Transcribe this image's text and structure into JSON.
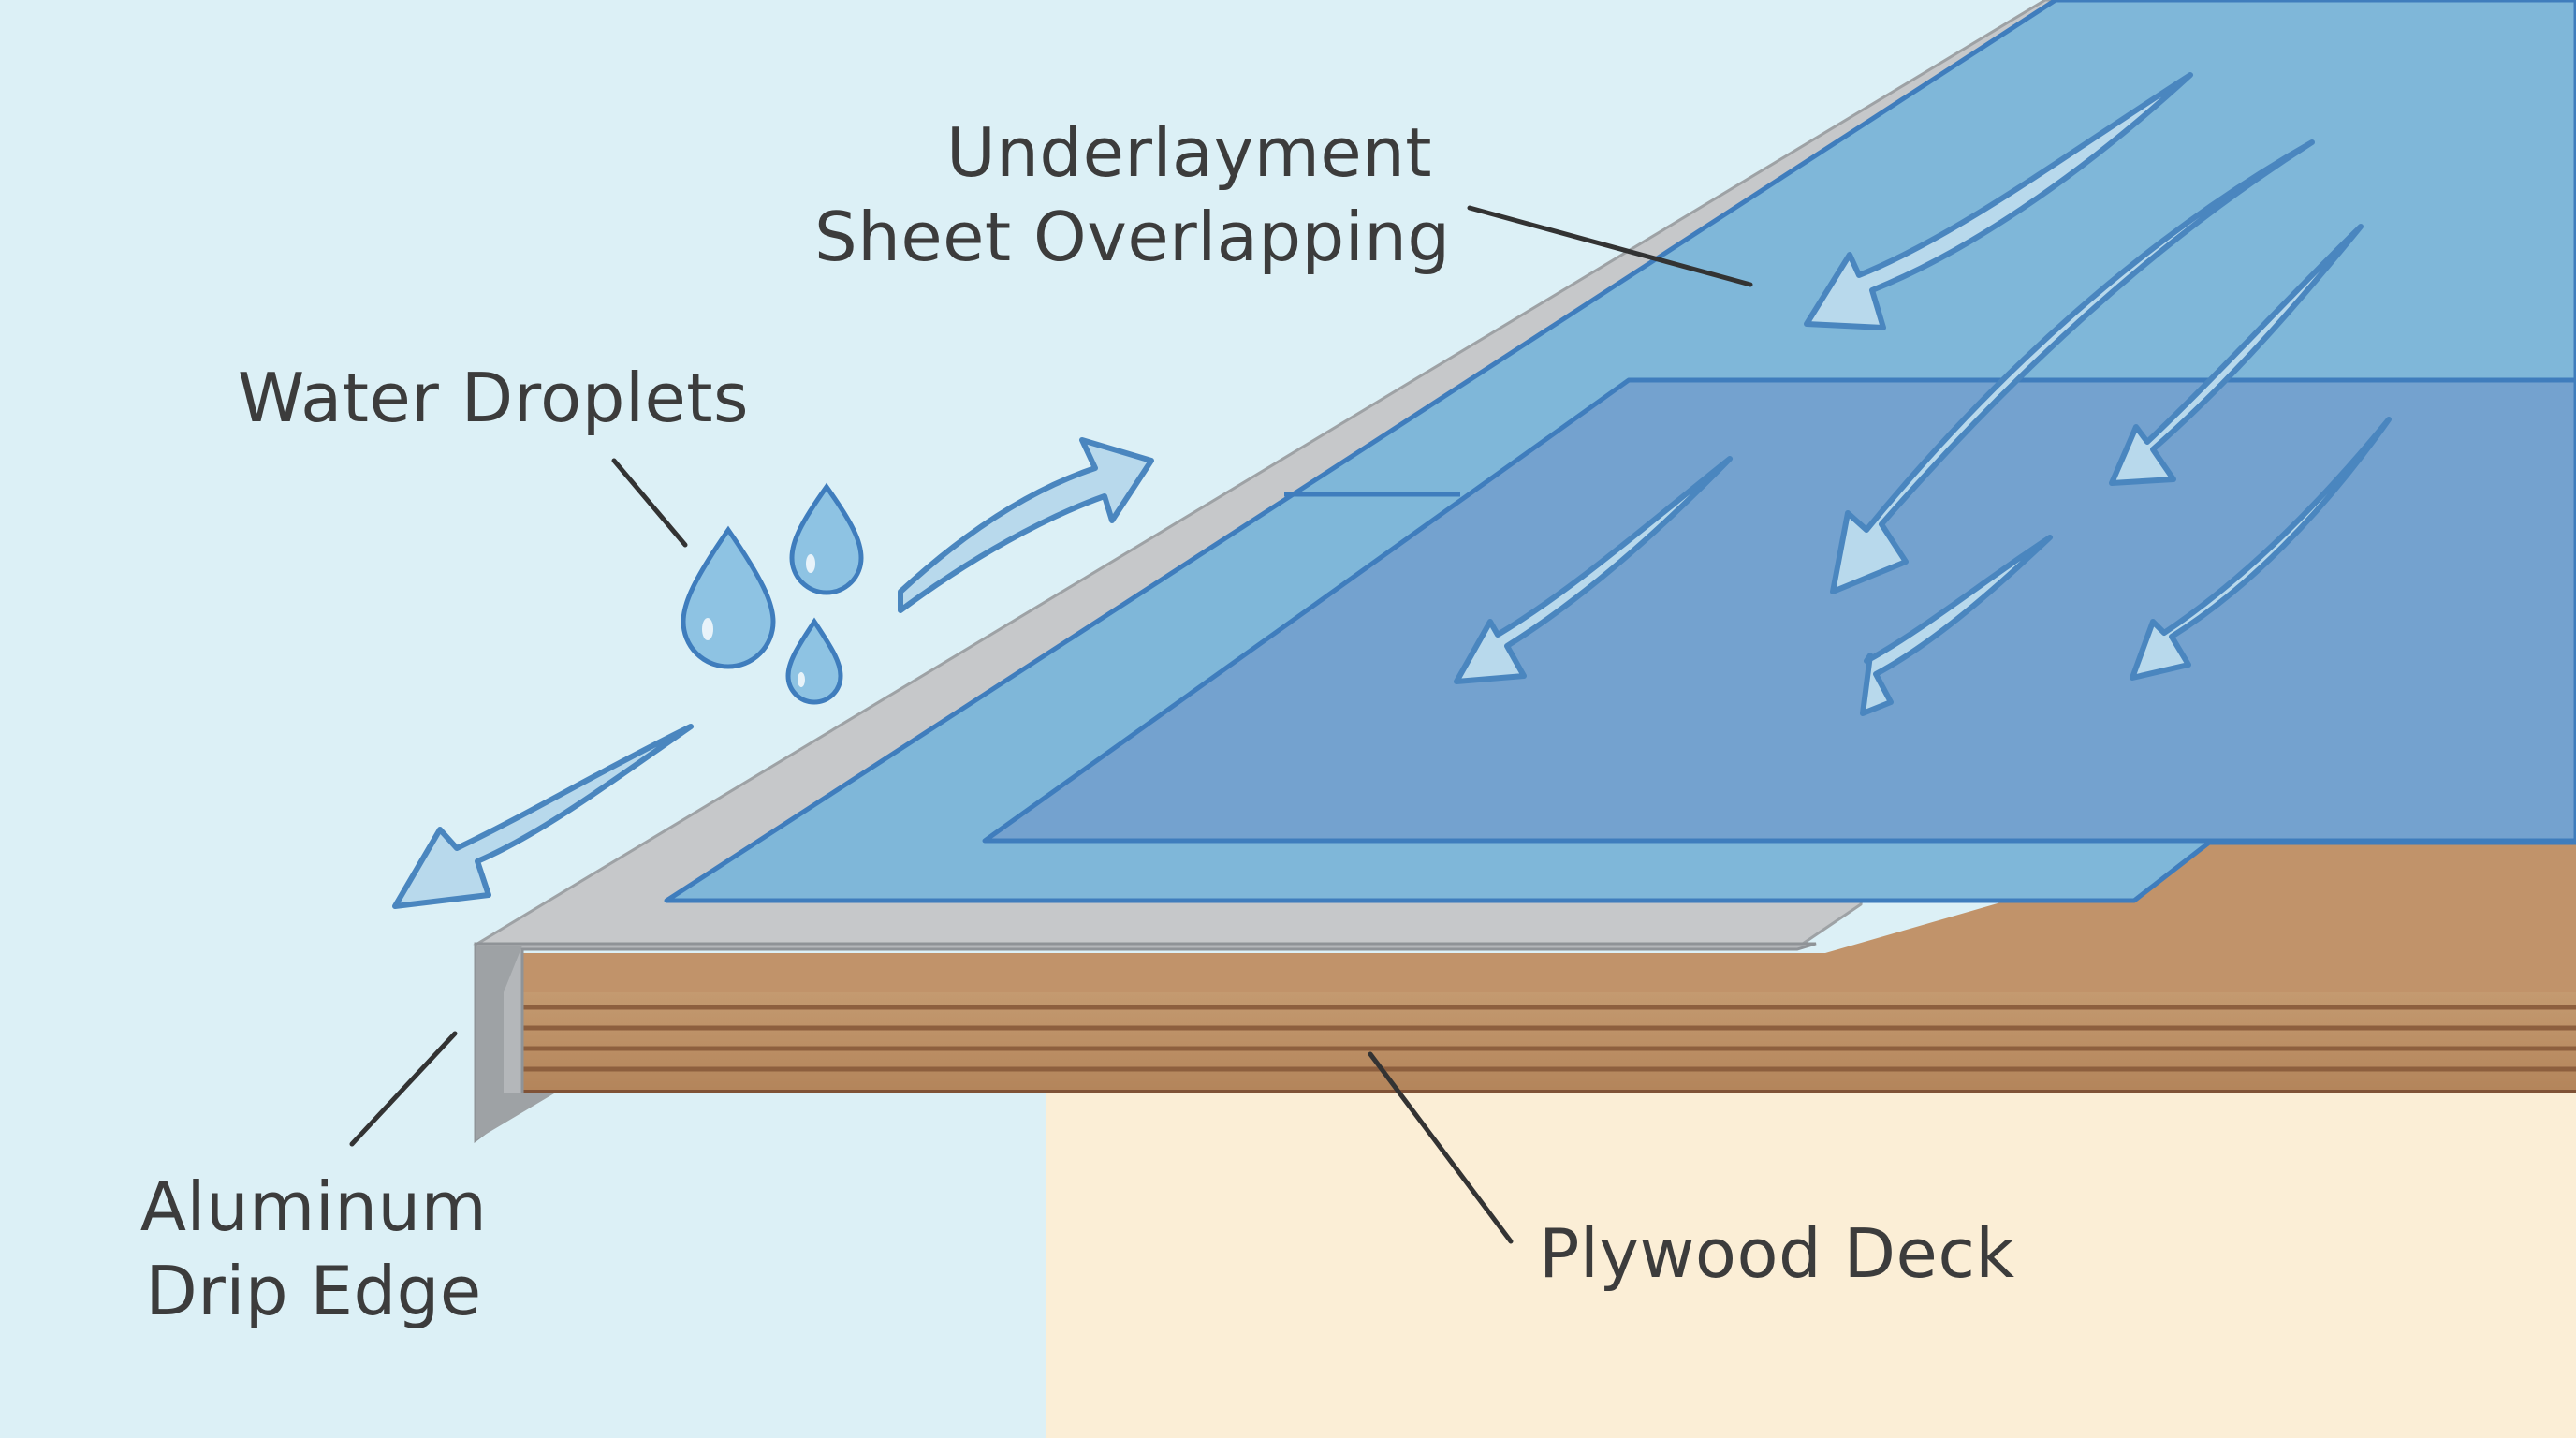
{
  "labels": {
    "underlayment": [
      "Underlayment",
      "Sheet Overlapping"
    ],
    "water_droplets": "Water Droplets",
    "drip_edge": [
      "Aluminum",
      "Drip Edge"
    ],
    "plywood_deck": "Plywood Deck"
  },
  "colors": {
    "background": "#dcf0f6",
    "wall": "#fbeed6",
    "underlayment_light": "#7fb7d9",
    "underlayment_dark": "#74a2cf",
    "outline": "#3f7dbd",
    "drip_edge_metal": "#c6c8ca",
    "drip_edge_shadow": "#9ea2a5",
    "plywood": "#bf936a",
    "plywood_grain": "#8d5f3e",
    "arrow_fill": "#b8d9ec",
    "arrow_stroke": "#4a86bf",
    "droplet": "#8ec3e3",
    "leader_line": "#333333"
  }
}
